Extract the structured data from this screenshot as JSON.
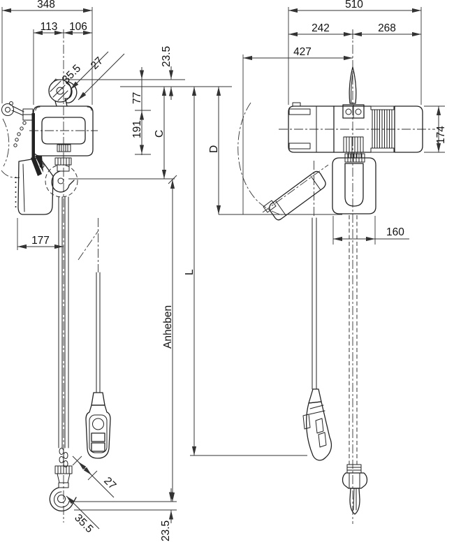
{
  "dimensions": {
    "left_view": {
      "overall_width": "348",
      "hook_offset_left": "113",
      "hook_offset_right": "106",
      "top_hook_dim_a": "35.5",
      "top_hook_dim_b": "27",
      "top_clearance": "23.5",
      "hook_to_body_top": "77",
      "body_height": "191",
      "headroom_label": "C",
      "bag_offset": "177",
      "bottom_hook_dim_a": "27",
      "bottom_hook_dim_b": "35.5",
      "bottom_clearance": "23.5"
    },
    "right_view": {
      "overall_width": "510",
      "width_left_of_hook": "242",
      "width_right_of_hook": "268",
      "bag_swing_radius": "427",
      "body_height": "174",
      "hook_block_width": "160",
      "headroom_label": "D"
    },
    "vertical": {
      "length_label": "L",
      "lift_label": "Anheben"
    }
  }
}
